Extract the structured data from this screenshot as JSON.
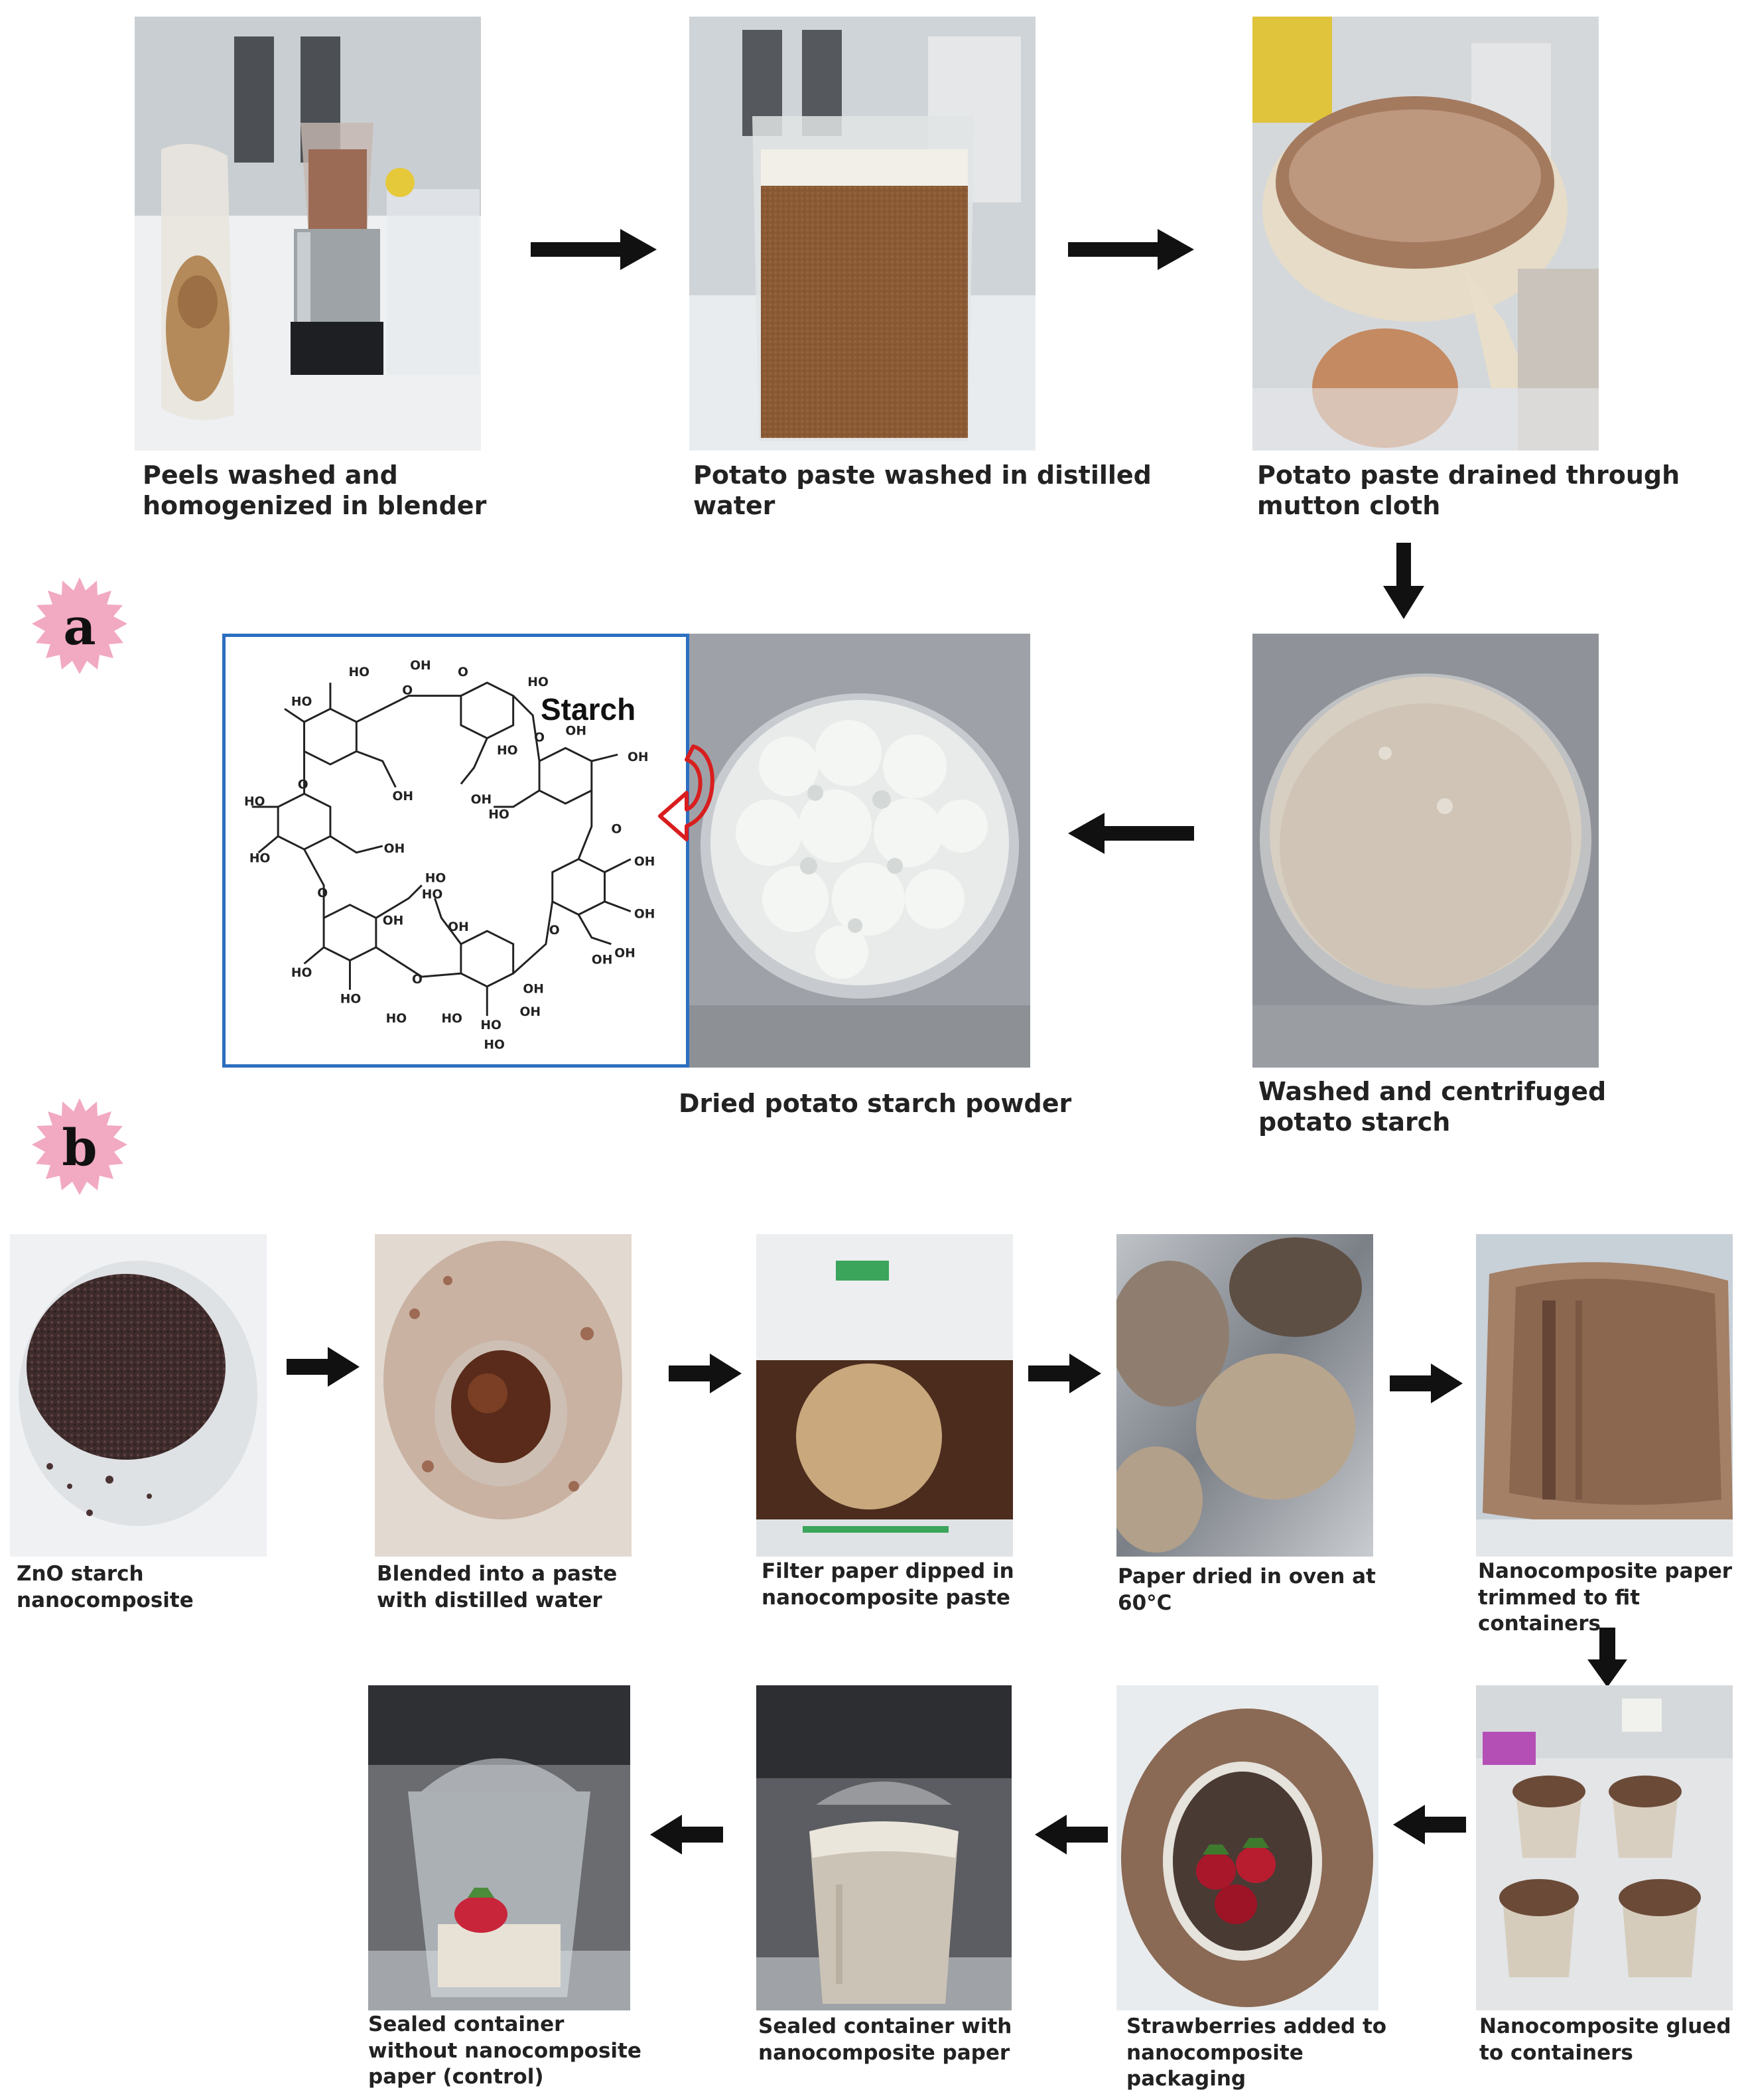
{
  "panels": {
    "a": {
      "badge": "a",
      "structure_label": "Starch",
      "steps": [
        {
          "caption": "Peels washed and\nhomogenized in blender"
        },
        {
          "caption": "Potato paste washed in distilled\nwater"
        },
        {
          "caption": "Potato paste drained through\nmutton cloth"
        },
        {
          "caption": "Washed and centrifuged\npotato starch"
        },
        {
          "caption": "Dried potato starch powder"
        }
      ],
      "structure_atoms": [
        "HO",
        "OH",
        "HO",
        "HO",
        "O",
        "O",
        "HO",
        "OH",
        "OH",
        "HO",
        "O",
        "HO",
        "OH",
        "O",
        "OH",
        "HO",
        "O",
        "HO",
        "OH",
        "OH",
        "HO",
        "HO",
        "O",
        "OH",
        "OH",
        "HO",
        "HO",
        "OH",
        "O",
        "HO",
        "OH",
        "OH",
        "HO",
        "OH",
        "O",
        "OH",
        "HO"
      ]
    },
    "b": {
      "badge": "b",
      "steps": [
        {
          "caption": "ZnO starch\nnanocomposite"
        },
        {
          "caption": "Blended into a paste\nwith distilled water"
        },
        {
          "caption": "Filter paper dipped in\nnanocomposite paste"
        },
        {
          "caption": "Paper dried in oven at\n60°C"
        },
        {
          "caption": "Nanocomposite paper\ntrimmed to fit\ncontainers"
        },
        {
          "caption": "Nanocomposite glued\nto containers"
        },
        {
          "caption": "Strawberries added to\nnanocomposite\npackaging"
        },
        {
          "caption": "Sealed container with\nnanocomposite paper"
        },
        {
          "caption": "Sealed container\nwithout nanocomposite\npaper (control)"
        }
      ]
    }
  },
  "colors": {
    "badge_fill": "#f2a9c2",
    "arrow": "#111111",
    "structure_border": "#2d6fc0",
    "curved_arrow": "#d81e1e"
  }
}
